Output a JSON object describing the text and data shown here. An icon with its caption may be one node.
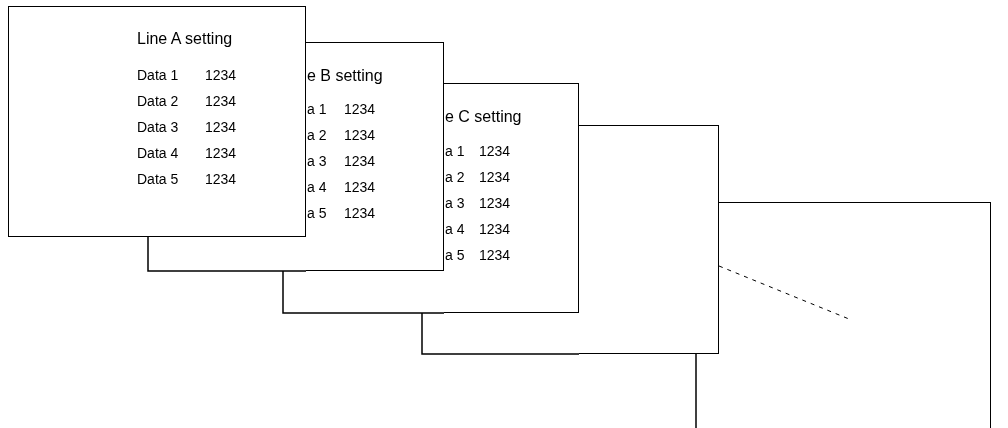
{
  "diagram": {
    "nodes": [
      {
        "text": [
          "Line A setting",
          "Data 1",
          "1234",
          "Data 2",
          "1234",
          "Data 3",
          "1234",
          "Data 4",
          "1234",
          "Data 5",
          "1234"
        ]
      },
      {
        "text": [
          "e B setting",
          "a 1",
          "1234",
          "a 2",
          "1234",
          "a 3",
          "1234",
          "a 4",
          "1234",
          "a 5",
          "1234"
        ]
      },
      {
        "text": [
          "e C setting",
          "a 1",
          "1234",
          "a 2",
          "1234",
          "a 3",
          "1234",
          "a 4",
          "1234",
          "a 5",
          "1234"
        ]
      },
      {
        "text": [],
        "shape": "box"
      },
      {
        "text": [],
        "shape": "box"
      }
    ]
  }
}
